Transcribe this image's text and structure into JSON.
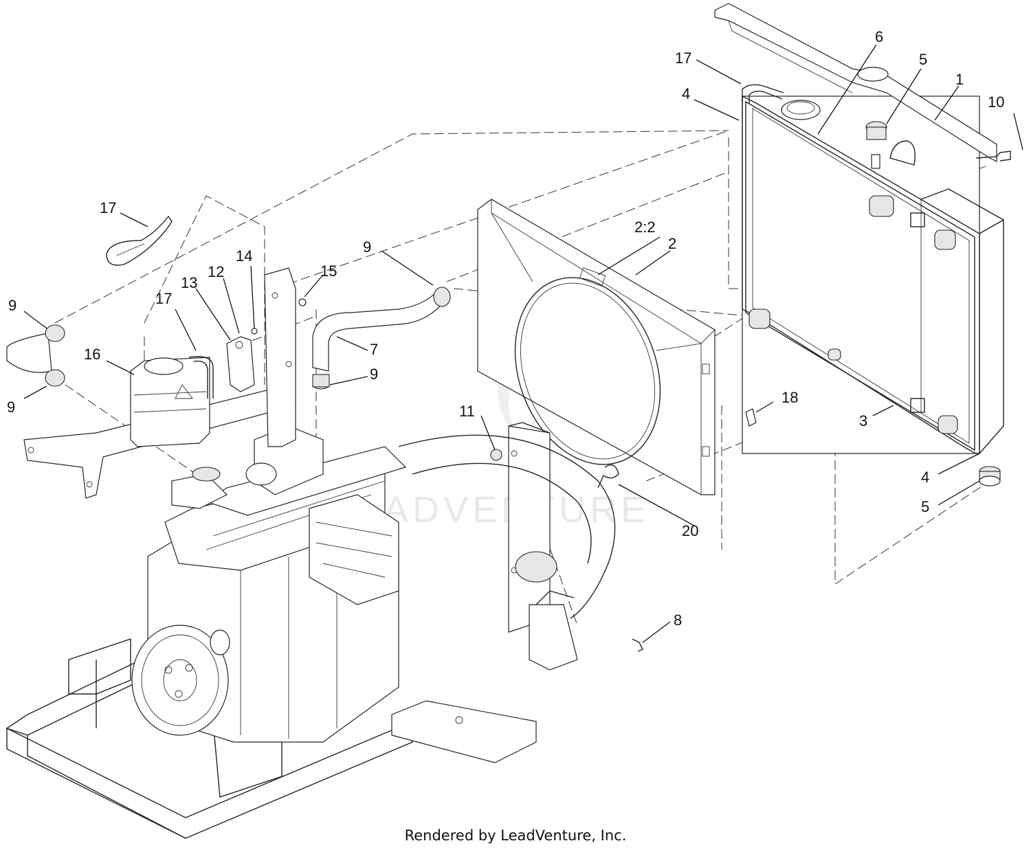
{
  "footer": {
    "credit": "Rendered by LeadVenture, Inc."
  },
  "watermark": {
    "text": "LEADVENTURE"
  },
  "callouts": {
    "c1": "1",
    "c2": "2",
    "c2_2": "2:2",
    "c3": "3",
    "c4_top": "4",
    "c4_bottom": "4",
    "c5_top": "5",
    "c5_bottom": "5",
    "c6": "6",
    "c7": "7",
    "c8": "8",
    "c9_hose_top": "9",
    "c9_hose_bottom": "9",
    "c9_left_top": "9",
    "c9_left_bottom": "9",
    "c10": "10",
    "c11": "11",
    "c12": "12",
    "c13": "13",
    "c14": "14",
    "c15": "15",
    "c16": "16",
    "c17_top_left": "17",
    "c17_tank": "17",
    "c17_radiator": "17",
    "c18": "18",
    "c20": "20"
  }
}
